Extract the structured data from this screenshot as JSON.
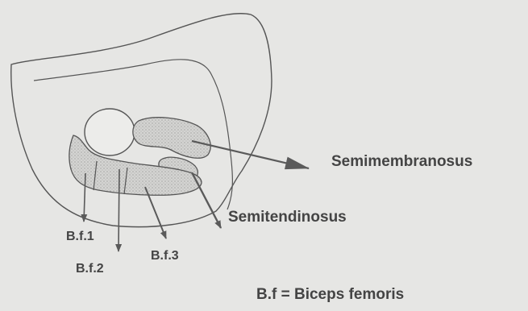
{
  "diagram": {
    "labels": {
      "semimembranosus": "Semimembranosus",
      "semitendinosus": "Semitendinosus",
      "bf1": "B.f.1",
      "bf2": "B.f.2",
      "bf3": "B.f.3",
      "legend": "B.f = Biceps femoris"
    },
    "colors": {
      "background": "#e6e6e4",
      "outline": "#555555",
      "muscle_fill": "#d2d2d0",
      "arrow": "#5a5a5a",
      "text": "#444444"
    }
  }
}
